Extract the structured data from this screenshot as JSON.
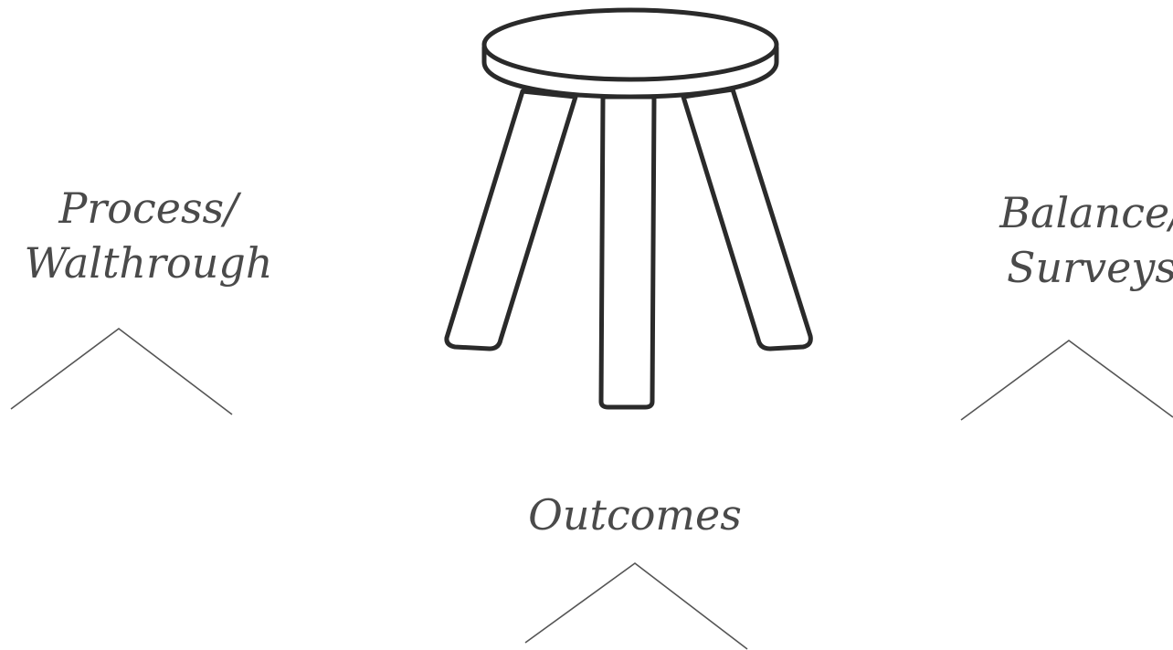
{
  "labels": {
    "process": [
      "Process/",
      "Walthrough"
    ],
    "balance": [
      "Balance/",
      "Surveys"
    ],
    "outcomes": "Outcomes"
  },
  "icons": {
    "stool": "three-legged-stool-icon",
    "caret": "caret-up-icon"
  },
  "colors": {
    "text": "#4a4a4a",
    "stroke": "#2a2a2a",
    "caret": "#555555",
    "background": "#ffffff"
  }
}
